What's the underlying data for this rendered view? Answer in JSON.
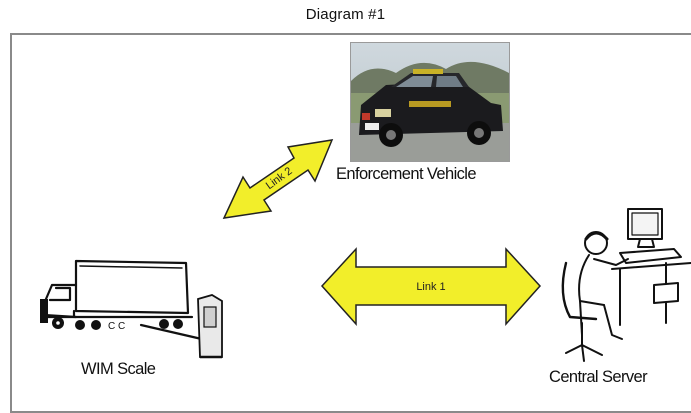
{
  "diagram": {
    "title": "Diagram #1",
    "nodes": {
      "enforcement_vehicle": {
        "label": "Enforcement Vehicle"
      },
      "wim_scale": {
        "label": "WIM Scale"
      },
      "central_server": {
        "label": "Central Server"
      }
    },
    "links": {
      "link_1": {
        "label": "Link 1"
      },
      "link_2": {
        "label": "Link 2"
      }
    },
    "colors": {
      "arrow_fill": "#f2ee2a",
      "arrow_stroke": "#222222",
      "frame": "#8a8a8a"
    }
  }
}
